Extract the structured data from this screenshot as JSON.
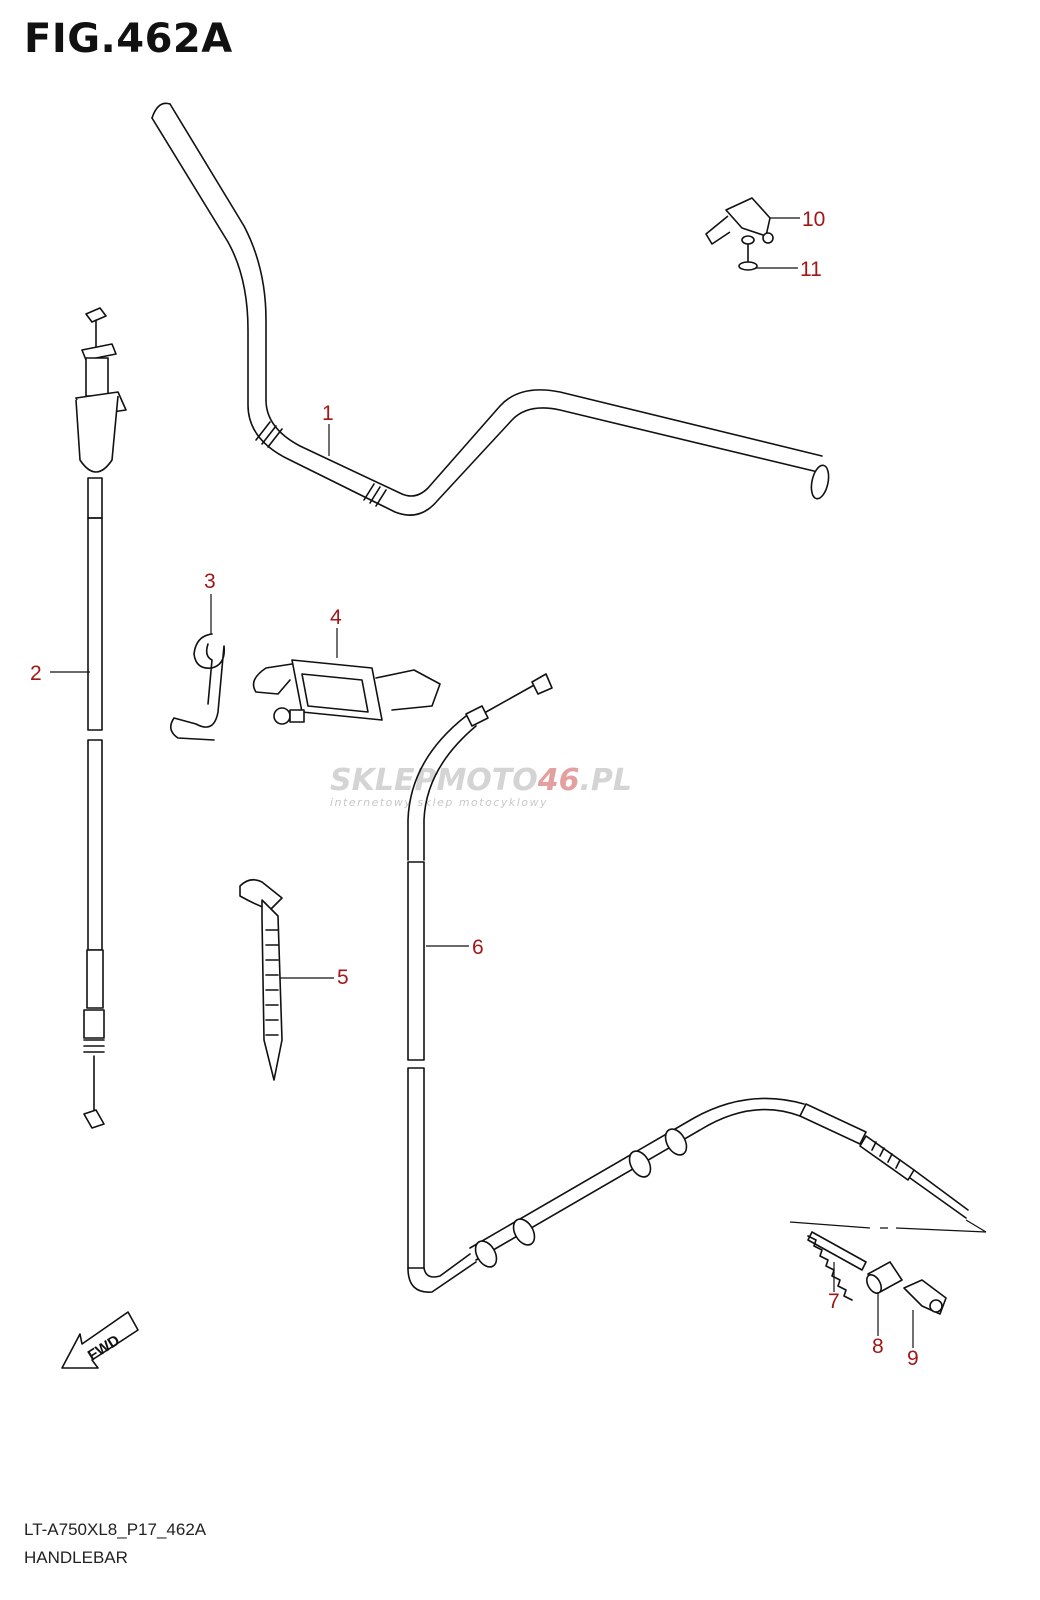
{
  "figure": {
    "title": "FIG.462A"
  },
  "footer": {
    "code": "LT-A750XL8_P17_462A",
    "name": "HANDLEBAR"
  },
  "watermark": {
    "brand_left": "SKLEP",
    "brand_mid": "MOTO",
    "brand_num": "46",
    "brand_right": ".PL",
    "tagline": "internetowy sklep motocyklowy"
  },
  "fwd_label": "FWD",
  "callouts": [
    {
      "id": "1",
      "label": "1"
    },
    {
      "id": "2",
      "label": "2"
    },
    {
      "id": "3",
      "label": "3"
    },
    {
      "id": "4",
      "label": "4"
    },
    {
      "id": "5",
      "label": "5"
    },
    {
      "id": "6",
      "label": "6"
    },
    {
      "id": "7",
      "label": "7"
    },
    {
      "id": "8",
      "label": "8"
    },
    {
      "id": "9",
      "label": "9"
    },
    {
      "id": "10",
      "label": "10"
    },
    {
      "id": "11",
      "label": "11"
    }
  ],
  "colors": {
    "callout": "#a01818",
    "line": "#111111",
    "watermark": "#d4d4d4"
  }
}
